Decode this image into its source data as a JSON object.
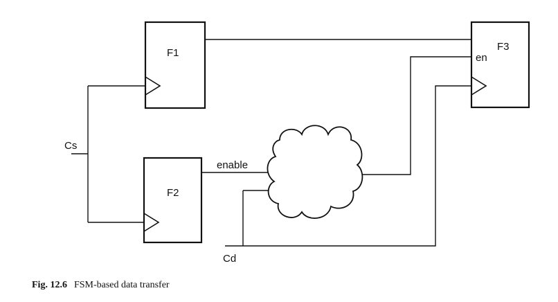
{
  "diagram": {
    "blocks": {
      "f1": "F1",
      "f2": "F2",
      "f3": "F3"
    },
    "signals": {
      "cs": "Cs",
      "cd": "Cd",
      "enable": "enable",
      "en": "en"
    }
  },
  "caption": {
    "number": "Fig. 12.6",
    "text": "FSM-based data transfer"
  }
}
